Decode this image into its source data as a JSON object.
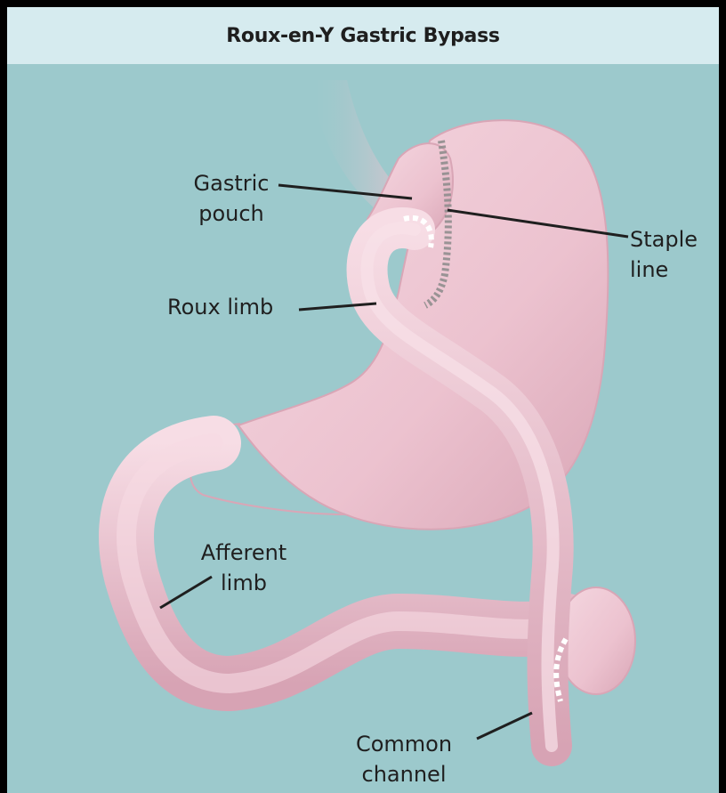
{
  "title": "Roux-en-Y Gastric Bypass",
  "labels": {
    "gastric_pouch": "Gastric\npouch",
    "staple_line": "Staple\nline",
    "roux_limb": "Roux limb",
    "afferent_limb": "Afferent\nlimb",
    "common_channel": "Common\nchannel"
  },
  "colors": {
    "background": "#9cc9cc",
    "title_bar": "#d6ebef",
    "tissue": "#efc9d4",
    "tissue_shadow": "#d9a6b6",
    "border": "#000000"
  }
}
